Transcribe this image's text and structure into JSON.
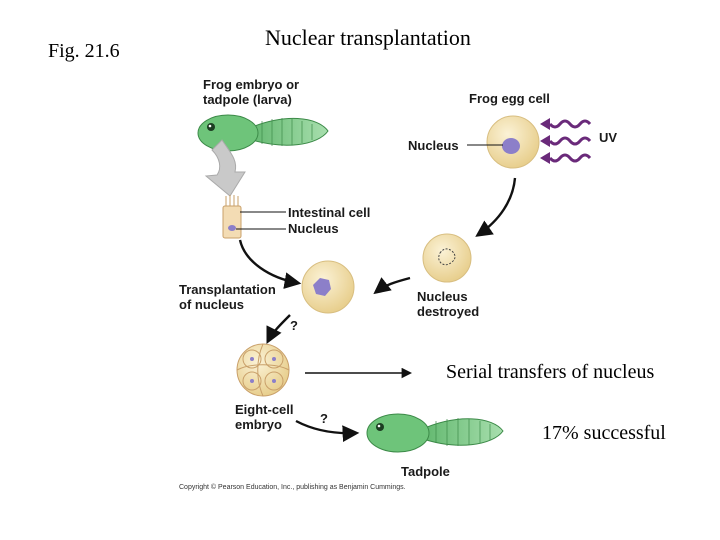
{
  "figure_label": "Fig. 21.6",
  "title": "Nuclear transplantation",
  "diagram_labels": {
    "frog_embryo": [
      "Frog embryo or",
      "tadpole (larva)"
    ],
    "frog_egg_cell": "Frog egg cell",
    "nucleus_egg": "Nucleus",
    "uv": "UV",
    "intestinal_cell": "Intestinal cell",
    "nucleus_intestinal": "Nucleus",
    "nucleus_destroyed": [
      "Nucleus",
      "destroyed"
    ],
    "transplantation": [
      "Transplantation",
      "of nucleus"
    ],
    "question_1": "?",
    "eight_cell": [
      "Eight-cell",
      "embryo"
    ],
    "question_2": "?",
    "tadpole": "Tadpole"
  },
  "serial_transfers": "Serial transfers of nucleus",
  "success_rate": "17% successful",
  "copyright": "Copyright © Pearson Education, Inc., publishing as Benjamin Cummings.",
  "colors": {
    "tadpole_green": "#6ec47a",
    "egg_cream": "#f3e4b8",
    "nucleus_purple": "#8c7fc9",
    "uv_purple": "#6a2a7a",
    "arrow_gray": "#c9c9c9"
  }
}
